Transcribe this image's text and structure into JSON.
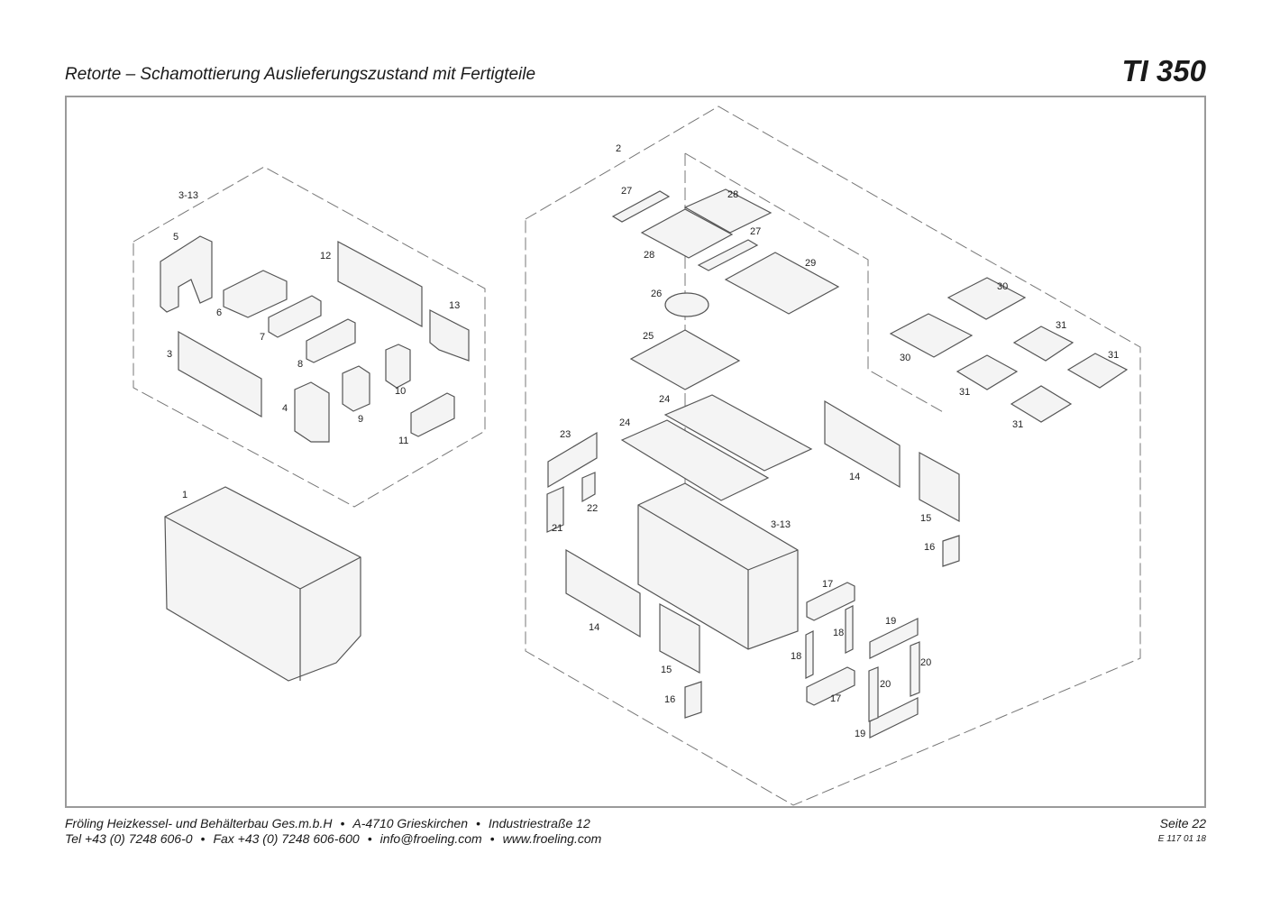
{
  "header": {
    "title": "Retorte – Schamottierung Auslieferungszustand mit Fertigteile",
    "model": "TI 350"
  },
  "footer": {
    "company": "Fröling Heizkessel- und Behälterbau Ges.m.b.H",
    "address": "A-4710 Grieskirchen",
    "street": "Industriestraße 12",
    "tel": "Tel +43 (0) 7248 606-0",
    "fax": "Fax +43 (0) 7248 606-600",
    "email": "info@froeling.com",
    "web": "www.froeling.com",
    "page": "Seite 22",
    "doc_no": "E 117 01 18"
  },
  "callouts": [
    "3-13",
    "5",
    "12",
    "13",
    "6",
    "7",
    "3",
    "8",
    "4",
    "10",
    "9",
    "11",
    "1",
    "2",
    "27",
    "28",
    "27",
    "28",
    "29",
    "26",
    "25",
    "30",
    "31",
    "30",
    "31",
    "31",
    "31",
    "24",
    "24",
    "23",
    "14",
    "22",
    "21",
    "15",
    "3-13",
    "16",
    "17",
    "14",
    "18",
    "18",
    "19",
    "20",
    "15",
    "20",
    "17",
    "16",
    "19"
  ],
  "colors": {
    "line": "#555555",
    "part_fill": "#f4f4f4",
    "frame": "#9a9a9a"
  }
}
